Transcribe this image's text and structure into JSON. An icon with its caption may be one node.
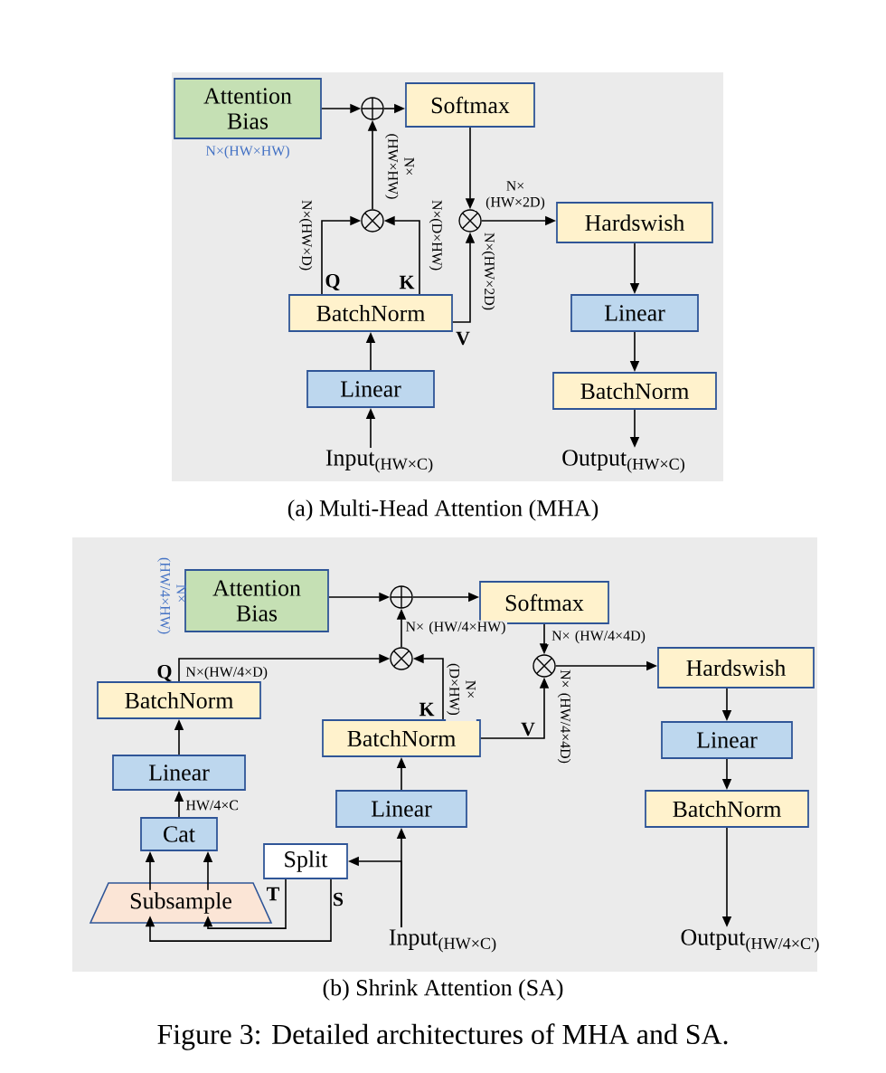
{
  "diagram": {
    "caption": "Figure 3: Detailed architectures of MHA and SA.",
    "nodes": [
      {
        "text": [
          "Attention Bias"
        ],
        "beside": [
          "N×(HW×HW)"
        ]
      },
      {
        "text": [],
        "shape": "circle"
      },
      {
        "text": [
          "Softmax"
        ]
      },
      {
        "text": [],
        "shape": "circle"
      },
      {
        "text": [],
        "shape": "circle"
      },
      {
        "text": [
          "Hardswish"
        ]
      },
      {
        "text": [
          "BatchNorm"
        ]
      },
      {
        "text": [
          "Linear"
        ]
      },
      {
        "text": [
          "Input$_{(HW×C)}$"
        ]
      },
      {
        "text": [
          "Linear"
        ]
      },
      {
        "text": [
          "BatchNorm"
        ]
      },
      {
        "text": [
          "Output$_{(HW×C)}$"
        ]
      },
      {
        "text": [
          "Attention Bias"
        ],
        "beside": [
          "N× (HW/4×HW)"
        ]
      },
      {
        "text": [],
        "shape": "circle"
      },
      {
        "text": [
          "Softmax"
        ]
      },
      {
        "text": [],
        "shape": "circle"
      },
      {
        "text": [],
        "shape": "circle"
      },
      {
        "text": [
          "Hardswish"
        ]
      },
      {
        "text": [
          "BatchNorm"
        ]
      },
      {
        "text": [
          "BatchNorm"
        ]
      },
      {
        "text": [
          "Linear"
        ]
      },
      {
        "text": [
          "Linear"
        ]
      },
      {
        "text": [
          "Cat"
        ]
      },
      {
        "text": [
          "Split"
        ]
      },
      {
        "text": [
          "Subsample"
        ]
      },
      {
        "text": [
          "Input$_{(HW×C)}$"
        ]
      },
      {
        "text": [
          "Linear"
        ]
      },
      {
        "text": [
          "BatchNorm"
        ]
      },
      {
        "text": [
          "Output$_{(HW/4×C')}$"
        ]
      }
    ],
    "edges": [
      {
        "from": 0,
        "to": 1,
        "arrow": "to"
      },
      {
        "from": 3,
        "to": 1,
        "arrow": "to",
        "label": "N× (HW×HW)"
      },
      {
        "from": 1,
        "to": 2,
        "arrow": "to"
      },
      {
        "from": 6,
        "to": 3,
        "arrow": "to",
        "label": "N×(HW×D)"
      },
      {
        "from": 6,
        "to": 3,
        "arrow": "to",
        "label": "N×(D×HW)"
      },
      {
        "from": 2,
        "to": 4,
        "arrow": "to"
      },
      {
        "from": 6,
        "to": 4,
        "arrow": "to",
        "label": "N×(HW×2D)"
      },
      {
        "from": 4,
        "to": 5,
        "arrow": "to",
        "label": "N× (HW×2D)"
      },
      {
        "from": 5,
        "to": 9,
        "arrow": "to"
      },
      {
        "from": 9,
        "to": 10,
        "arrow": "to"
      },
      {
        "from": 10,
        "to": 11,
        "arrow": "to"
      },
      {
        "from": 7,
        "to": 6,
        "arrow": "to"
      },
      {
        "from": 8,
        "to": 7,
        "arrow": "to"
      },
      {
        "from": 12,
        "to": 13,
        "arrow": "to"
      },
      {
        "from": 15,
        "to": 13,
        "arrow": "to",
        "label": "N× (HW/4×HW)"
      },
      {
        "from": 13,
        "to": 14,
        "arrow": "to"
      },
      {
        "from": 18,
        "to": 15,
        "arrow": "to",
        "label": "N×(HW/4×D)"
      },
      {
        "from": 19,
        "to": 15,
        "arrow": "to",
        "label": "N× (D×HW)"
      },
      {
        "from": 14,
        "to": 16,
        "arrow": "to"
      },
      {
        "from": 19,
        "to": 16,
        "arrow": "to",
        "label": "N× (HW/4×4D)"
      },
      {
        "from": 16,
        "to": 17,
        "arrow": "to",
        "label": "N× (HW/4×4D)"
      },
      {
        "from": 17,
        "to": 26,
        "arrow": "to"
      },
      {
        "from": 26,
        "to": 27,
        "arrow": "to"
      },
      {
        "from": 27,
        "to": 28,
        "arrow": "to"
      },
      {
        "from": 21,
        "to": 19,
        "arrow": "to"
      },
      {
        "from": 25,
        "to": 21,
        "arrow": "to"
      },
      {
        "from": 25,
        "to": 23,
        "arrow": "to"
      },
      {
        "from": 23,
        "to": 24,
        "arrow": "to"
      },
      {
        "from": 23,
        "to": 24,
        "arrow": "to"
      },
      {
        "from": 24,
        "to": 22,
        "arrow": "to"
      },
      {
        "from": 24,
        "to": 22,
        "arrow": "to"
      },
      {
        "from": 22,
        "to": 20,
        "arrow": "to",
        "label": "HW/4×C"
      },
      {
        "from": 20,
        "to": 18,
        "arrow": "to"
      }
    ],
    "labels": [
      "Q",
      "K",
      "V",
      "(a) Multi-Head Attention (MHA)",
      "Q",
      "K",
      "V",
      "T",
      "S",
      "(b) Shrink Attention (SA)"
    ]
  }
}
